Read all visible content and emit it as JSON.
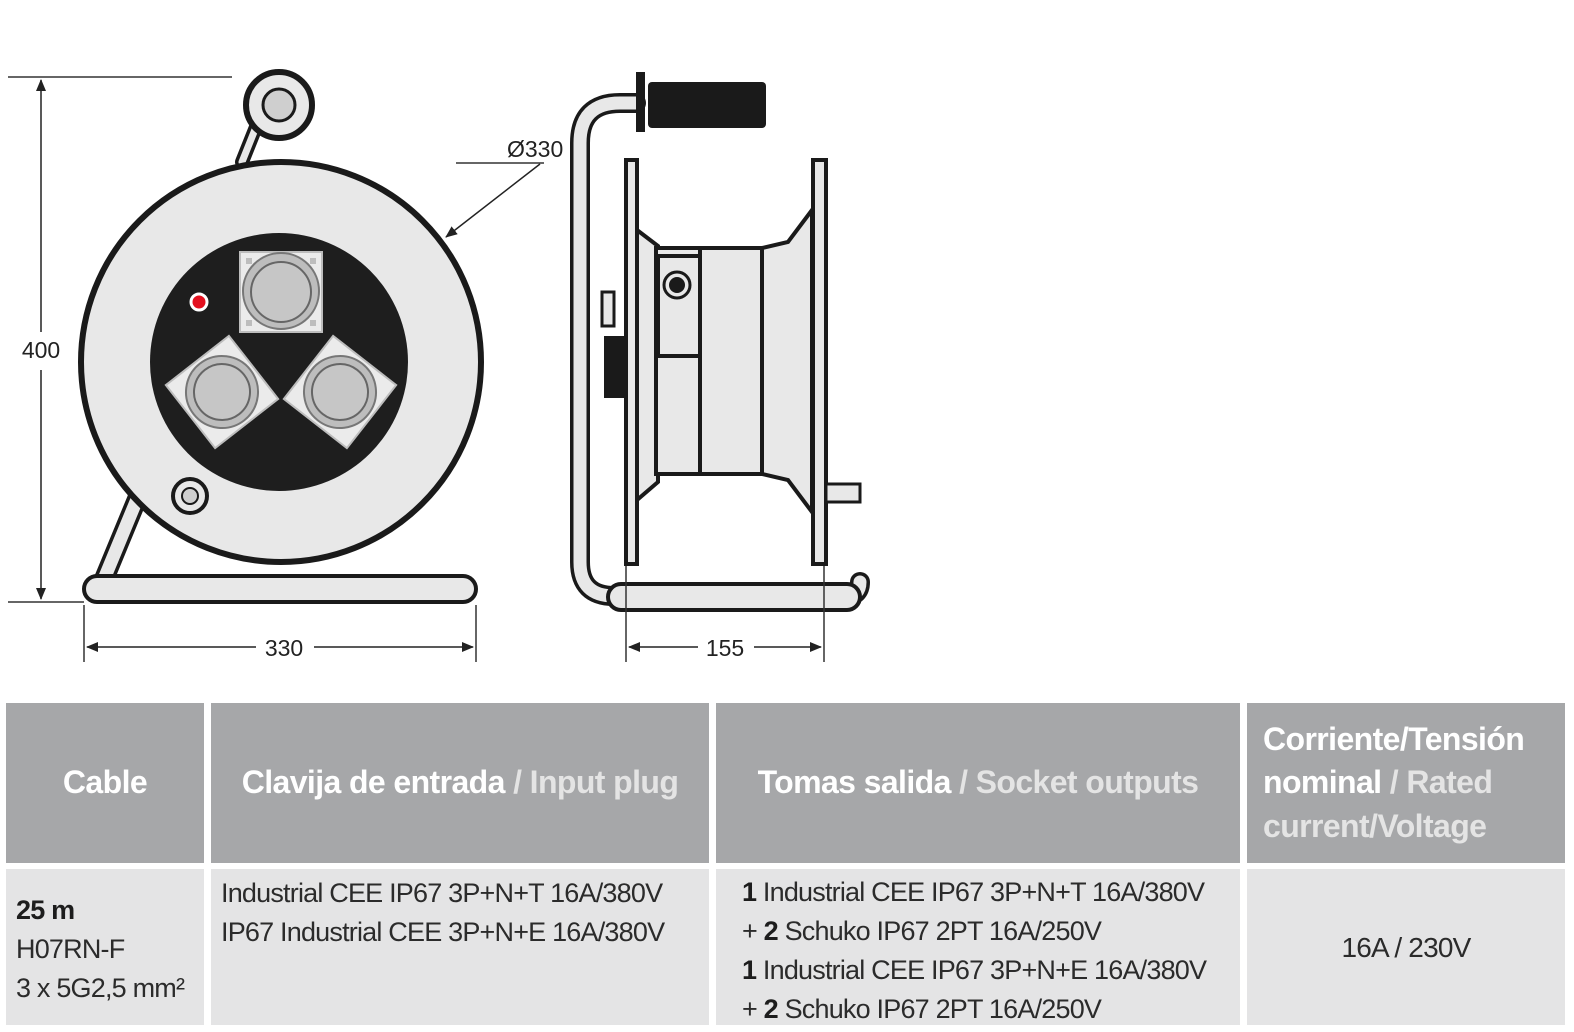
{
  "drawing": {
    "dims": {
      "height": "400",
      "width": "330",
      "depth": "155",
      "diameter": "Ø330"
    },
    "icons": [
      "cable-reel-front-view",
      "cable-reel-side-view",
      "cee-socket-icon",
      "schuko-socket-icon",
      "indicator-lamp-icon"
    ]
  },
  "table": {
    "headers": {
      "cable": "Cable",
      "plug_es": "Clavija de entrada",
      "plug_en": " / Input plug",
      "sockets_es": "Tomas salida",
      "sockets_en": " / Socket outputs",
      "rated_es1": "Corriente/Tensión",
      "rated_es2": "nominal",
      "rated_en1": " / Rated",
      "rated_en2": "current/Voltage"
    },
    "row": {
      "cable_length": "25 m",
      "cable_type": "H07RN-F",
      "cable_section": "3 x 5G2,5 mm²",
      "plug_line1": "Industrial CEE IP67 3P+N+T 16A/380V",
      "plug_line2": "IP67 Industrial CEE 3P+N+E 16A/380V",
      "sockets": [
        {
          "prefix": "",
          "count": "1",
          "text": " Industrial CEE IP67 3P+N+T 16A/380V"
        },
        {
          "prefix": "+ ",
          "count": "2",
          "text": " Schuko IP67 2PT 16A/250V"
        },
        {
          "prefix": "",
          "count": "1",
          "text": " Industrial CEE IP67 3P+N+E 16A/380V"
        },
        {
          "prefix": "+ ",
          "count": "2",
          "text": " Schuko IP67 2PT 16A/250V"
        }
      ],
      "rated": "16A / 230V"
    }
  },
  "colors": {
    "header_bg": "#a6a7a9",
    "row_bg": "#e4e4e5",
    "reel_face": "#e8e8e8",
    "panel": "#1e1e1e",
    "indicator": "#e3101f"
  }
}
